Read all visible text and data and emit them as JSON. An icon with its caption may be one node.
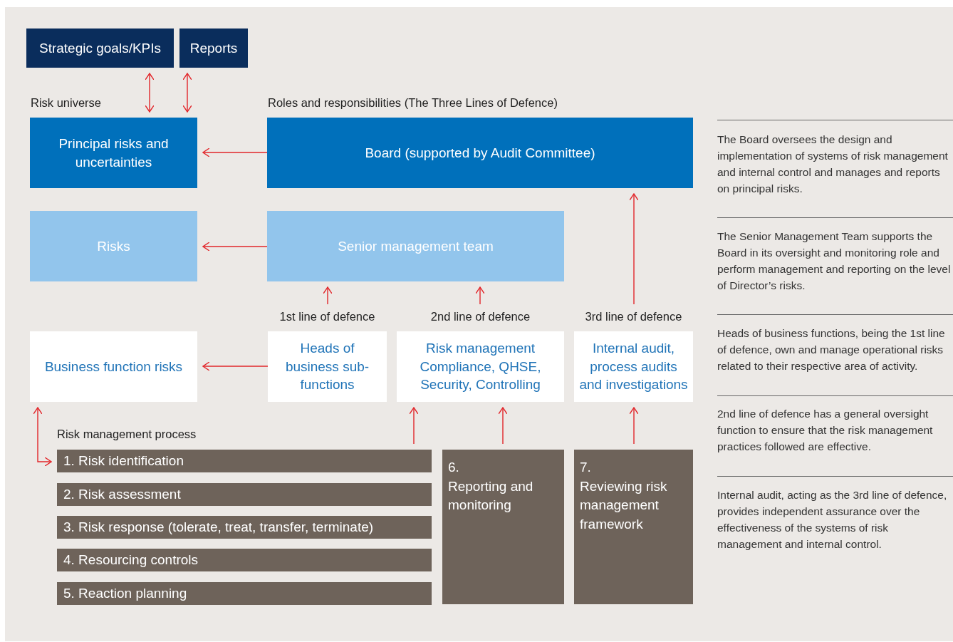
{
  "diagram": {
    "nodes": [
      {
        "text": [
          "Strategic goals/KPIs"
        ]
      },
      {
        "text": [
          "Reports"
        ]
      },
      {
        "text": [
          "Principal risks and uncertainties"
        ]
      },
      {
        "text": [
          "Board (supported by Audit Committee)"
        ]
      },
      {
        "text": [
          "Risks"
        ]
      },
      {
        "text": [
          "Senior management team"
        ]
      },
      {
        "text": [
          "Business function risks"
        ]
      },
      {
        "text": [
          "Heads of business sub-functions"
        ],
        "beside": [
          "1st line of defence"
        ]
      },
      {
        "text": [
          "Risk management Compliance, QHSE, Security, Controlling"
        ],
        "beside": [
          "2nd line of defence"
        ]
      },
      {
        "text": [
          "Internal audit, process audits and investigations"
        ],
        "beside": [
          "3rd line of defence"
        ]
      },
      {
        "text": [
          "1. Risk identification"
        ]
      },
      {
        "text": [
          "2. Risk assessment"
        ]
      },
      {
        "text": [
          "3. Risk response (tolerate, treat, transfer, terminate)"
        ]
      },
      {
        "text": [
          "4. Resourcing controls"
        ]
      },
      {
        "text": [
          "5. Reaction planning"
        ]
      },
      {
        "text": [
          "6.",
          "Reporting and monitoring"
        ]
      },
      {
        "text": [
          "7.",
          "Reviewing risk management framework"
        ]
      }
    ],
    "edges": [
      {
        "from": 0,
        "to": 2,
        "arrow": "both"
      },
      {
        "from": 1,
        "to": 2,
        "arrow": "both"
      },
      {
        "from": 3,
        "to": 2,
        "arrow": "to"
      },
      {
        "from": 5,
        "to": 4,
        "arrow": "to"
      },
      {
        "from": 7,
        "to": 5,
        "arrow": "to"
      },
      {
        "from": 8,
        "to": 5,
        "arrow": "to"
      },
      {
        "from": 9,
        "to": 3,
        "arrow": "to"
      },
      {
        "from": 7,
        "to": 6,
        "arrow": "to"
      },
      {
        "from": 6,
        "to": 10,
        "arrow": "both"
      },
      {
        "from": 10,
        "to": 8,
        "arrow": "to"
      },
      {
        "from": 15,
        "to": 8,
        "arrow": "to"
      },
      {
        "from": 16,
        "to": 9,
        "arrow": "to"
      }
    ],
    "labels": [
      "Risk universe",
      "Roles and responsibilities (The Three Lines of Defence)",
      "Risk management process",
      "The Board oversees the design and implementation of systems of risk management and internal control and manages and reports on principal risks.",
      "The Senior Management Team supports the Board in its oversight and monitoring role and perform management and reporting on the level of Director’s risks.",
      "Heads of business functions, being the 1st line of defence, own and manage operational risks related to their respective area of activity.",
      "2nd line of defence has a general oversight function to ensure that the risk management practices followed are effective.",
      "Internal audit, acting as the 3rd line of defence, provides independent assurance over the effectiveness of the systems of risk management and internal control."
    ]
  }
}
